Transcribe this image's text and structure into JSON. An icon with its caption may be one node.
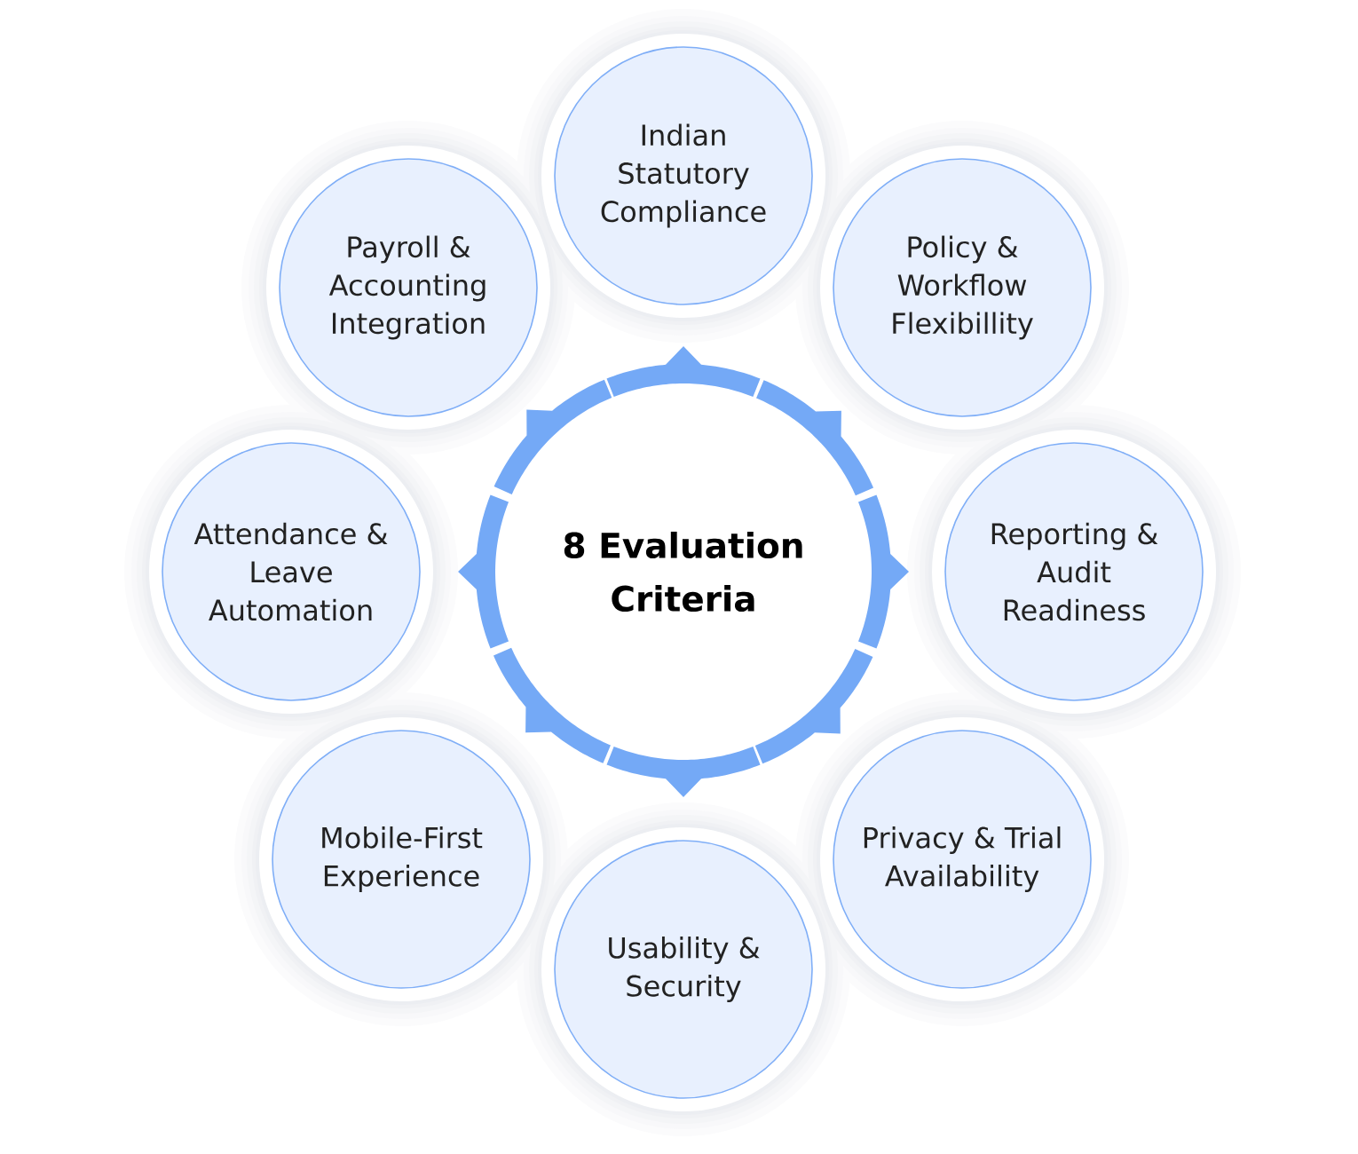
{
  "diagram": {
    "nodes": [
      {
        "text": [
          "8 Evaluation Criteria"
        ]
      },
      {
        "text": [
          "Indian Statutory Compliance"
        ]
      },
      {
        "text": [
          "Payroll & Accounting Integration"
        ]
      },
      {
        "text": [
          "Policy & Workflow Flexibillity"
        ]
      },
      {
        "text": [
          "Attendance & Leave Automation"
        ]
      },
      {
        "text": [
          "Reporting & Audit Readiness"
        ]
      },
      {
        "text": [
          "Mobile-First Experience"
        ]
      },
      {
        "text": [
          "Privacy & Trial Availability"
        ]
      },
      {
        "text": [
          "Usability & Security"
        ]
      }
    ]
  }
}
